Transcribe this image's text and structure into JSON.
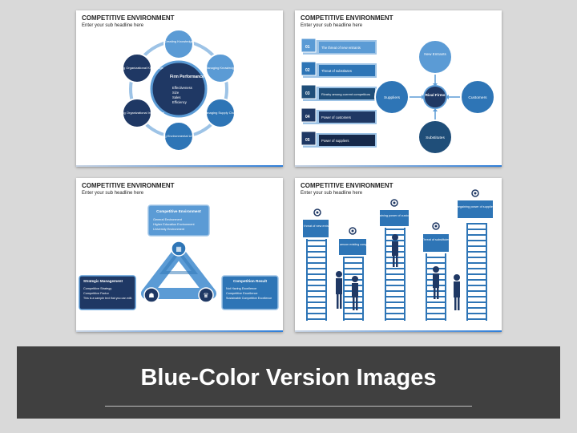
{
  "slide1": {
    "title": "COMPETITIVE ENVIRONMENT",
    "subtitle": "Enter your sub headline here",
    "center": {
      "title": "Firm Performance",
      "items": [
        "Effectiveness",
        "Size",
        "Sales",
        "Efficiency"
      ]
    },
    "nodes": [
      "Creating Knowledge",
      "Managing Knowledge",
      "Managing Supply Chain",
      "Managing Environmental Uncertainty",
      "Generating Organizational Intelligence",
      "Producing Organizational Knowledge"
    ]
  },
  "slide2": {
    "title": "COMPETITIVE ENVIRONMENT",
    "subtitle": "Enter your sub headline here",
    "list": [
      {
        "num": "01",
        "text": "The threat of new entrants"
      },
      {
        "num": "02",
        "text": "Threat of substitutes"
      },
      {
        "num": "03",
        "text": "Rivalry among current competitors"
      },
      {
        "num": "04",
        "text": "Power of customers"
      },
      {
        "num": "05",
        "text": "Power of suppliers"
      }
    ],
    "center": "Rival Firms",
    "top": "New Entrants",
    "left": "Suppliers",
    "right": "Customers",
    "bottom": "Substitutes"
  },
  "slide3": {
    "title": "COMPETITIVE ENVIRONMENT",
    "subtitle": "Enter your sub headline here",
    "top_box": {
      "title": "Competitive Environment",
      "items": [
        "General Environment",
        "Higher Education Environment",
        "University Environment"
      ]
    },
    "left_box": {
      "title": "Strategic Management",
      "items": [
        "Competitive Strategy",
        "Competitive Factor",
        "This is a sample text that you can edit."
      ]
    },
    "right_box": {
      "title": "Competition Result",
      "items": [
        "Not Having Excellence",
        "Competitive Excellence",
        "Sustainable Competitive Excellence"
      ]
    }
  },
  "slide4": {
    "title": "COMPETITIVE ENVIRONMENT",
    "subtitle": "Enter your sub headline here",
    "labels": [
      "The threat of new entrants",
      "Rivalry amoon existing competitors",
      "Bargaining power of customers",
      "Threat of substitutes",
      "Bargaining power of suppliers"
    ]
  },
  "banner": {
    "text": "Blue-Color Version Images"
  },
  "colors": {
    "navy": "#1f3864",
    "blue": "#2e75b6",
    "light_blue": "#5b9bd5",
    "sky": "#9dc3e6",
    "banner": "#404040"
  }
}
